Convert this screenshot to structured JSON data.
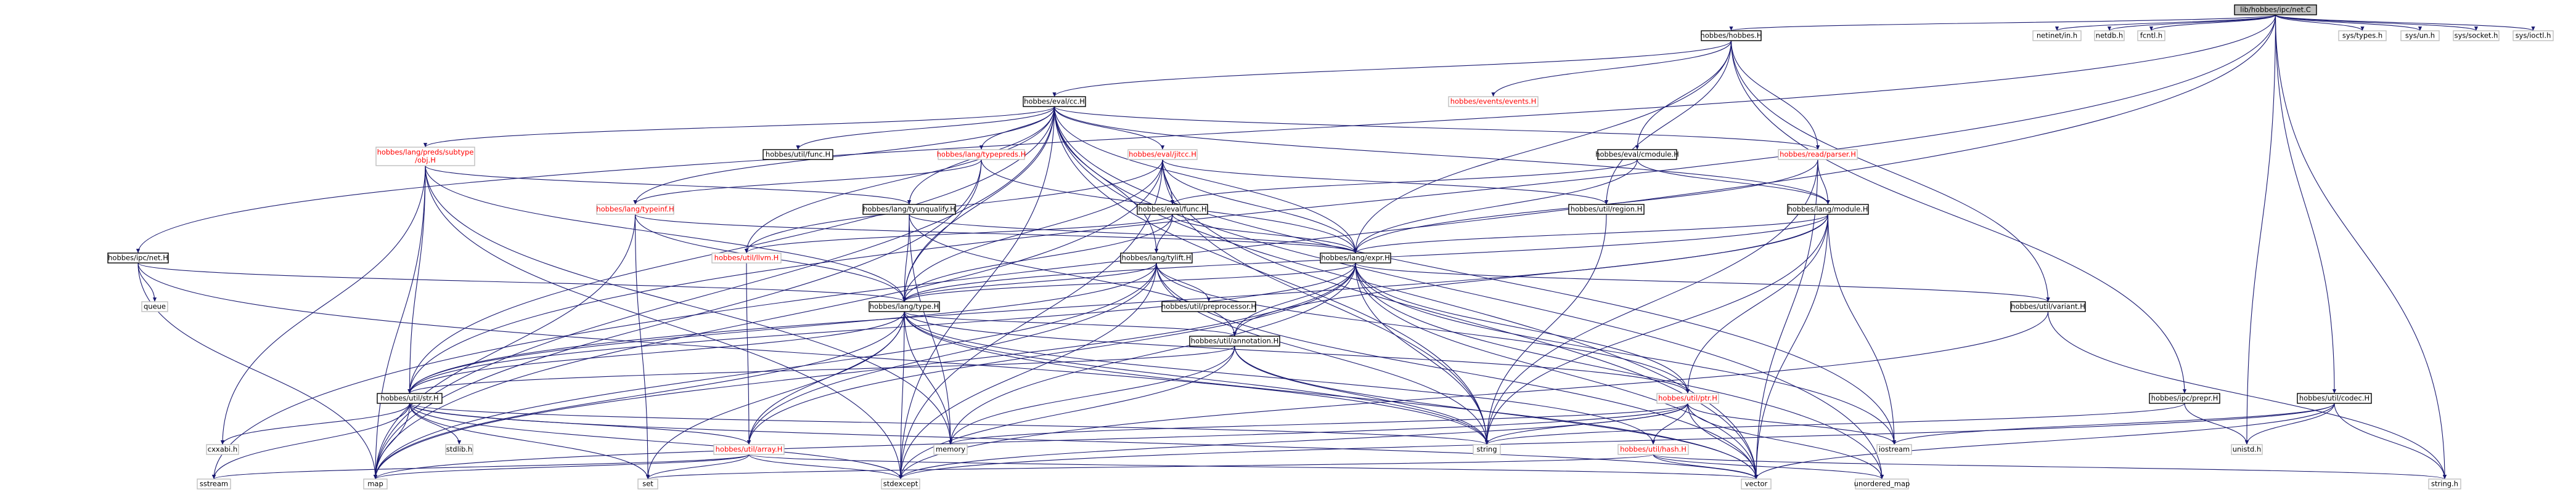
{
  "colors": {
    "root_fill": "#bfbfbf",
    "node_fill": "#ffffff",
    "node_stroke": "#000000",
    "missing_stroke": "#bfbfbf",
    "red_text": "#ff0000",
    "edge": "#191970",
    "text": "#000000"
  },
  "nodes": [
    {
      "id": "root",
      "label": "lib/hobbes/ipc/net.C",
      "style": "root"
    },
    {
      "id": "hobbes_H",
      "label": "hobbes/hobbes.H",
      "style": "normal"
    },
    {
      "id": "sys_types",
      "label": "sys/types.h",
      "style": "system"
    },
    {
      "id": "sys_un",
      "label": "sys/un.h",
      "style": "system"
    },
    {
      "id": "sys_socket",
      "label": "sys/socket.h",
      "style": "system"
    },
    {
      "id": "sys_ioctl",
      "label": "sys/ioctl.h",
      "style": "system"
    },
    {
      "id": "netinet_in",
      "label": "netinet/in.h",
      "style": "system"
    },
    {
      "id": "netdb",
      "label": "netdb.h",
      "style": "system"
    },
    {
      "id": "fcntl",
      "label": "fcntl.h",
      "style": "system"
    },
    {
      "id": "cc_H",
      "label": "hobbes/eval/cc.H",
      "style": "normal"
    },
    {
      "id": "events",
      "label": "hobbes/events/events.H",
      "style": "red"
    },
    {
      "id": "lang_preds_subtype",
      "label": "hobbes/lang/preds/subtype\n/obj.H",
      "style": "red"
    },
    {
      "id": "util_func",
      "label": "hobbes/util/func.H",
      "style": "normal"
    },
    {
      "id": "typepreds",
      "label": "hobbes/lang/typepreds.H",
      "style": "red"
    },
    {
      "id": "jitcc",
      "label": "hobbes/eval/jitcc.H",
      "style": "red"
    },
    {
      "id": "cmodule",
      "label": "hobbes/eval/cmodule.H",
      "style": "normal"
    },
    {
      "id": "read_parser",
      "label": "hobbes/read/parser.H",
      "style": "red"
    },
    {
      "id": "typeinf",
      "label": "hobbes/lang/typeinf.H",
      "style": "red"
    },
    {
      "id": "tyunqualify",
      "label": "hobbes/lang/tyunqualify.H",
      "style": "normal"
    },
    {
      "id": "eval_func",
      "label": "hobbes/eval/func.H",
      "style": "normal"
    },
    {
      "id": "util_region",
      "label": "hobbes/util/region.H",
      "style": "normal"
    },
    {
      "id": "lang_module",
      "label": "hobbes/lang/module.H",
      "style": "normal"
    },
    {
      "id": "ipc_net",
      "label": "hobbes/ipc/net.H",
      "style": "normal"
    },
    {
      "id": "util_llvm",
      "label": "hobbes/util/llvm.H",
      "style": "red"
    },
    {
      "id": "tylift",
      "label": "hobbes/lang/tylift.H",
      "style": "normal"
    },
    {
      "id": "lang_expr",
      "label": "hobbes/lang/expr.H",
      "style": "normal"
    },
    {
      "id": "queue",
      "label": "queue",
      "style": "system"
    },
    {
      "id": "lang_type",
      "label": "hobbes/lang/type.H",
      "style": "normal"
    },
    {
      "id": "preprocessor",
      "label": "hobbes/util/preprocessor.H",
      "style": "normal"
    },
    {
      "id": "util_variant",
      "label": "hobbes/util/variant.H",
      "style": "normal"
    },
    {
      "id": "util_annotation",
      "label": "hobbes/util/annotation.H",
      "style": "normal"
    },
    {
      "id": "util_str",
      "label": "hobbes/util/str.H",
      "style": "normal"
    },
    {
      "id": "util_ptr",
      "label": "hobbes/util/ptr.H",
      "style": "red"
    },
    {
      "id": "ipc_prepr",
      "label": "hobbes/ipc/prepr.H",
      "style": "normal"
    },
    {
      "id": "util_codec",
      "label": "hobbes/util/codec.H",
      "style": "normal"
    },
    {
      "id": "cxxabi",
      "label": "cxxabi.h",
      "style": "system"
    },
    {
      "id": "stdlib",
      "label": "stdlib.h",
      "style": "system"
    },
    {
      "id": "util_array",
      "label": "hobbes/util/array.H",
      "style": "red"
    },
    {
      "id": "memory",
      "label": "memory",
      "style": "system"
    },
    {
      "id": "string",
      "label": "string",
      "style": "system"
    },
    {
      "id": "util_hash",
      "label": "hobbes/util/hash.H",
      "style": "red"
    },
    {
      "id": "iostream",
      "label": "iostream",
      "style": "system"
    },
    {
      "id": "unistd",
      "label": "unistd.h",
      "style": "system"
    },
    {
      "id": "sstream",
      "label": "sstream",
      "style": "system"
    },
    {
      "id": "map",
      "label": "map",
      "style": "system"
    },
    {
      "id": "set",
      "label": "set",
      "style": "system"
    },
    {
      "id": "stdexcept",
      "label": "stdexcept",
      "style": "system"
    },
    {
      "id": "vector",
      "label": "vector",
      "style": "system"
    },
    {
      "id": "unordered_map",
      "label": "unordered_map",
      "style": "system"
    },
    {
      "id": "string_h",
      "label": "string.h",
      "style": "system"
    }
  ],
  "edges": [
    [
      "root",
      "hobbes_H"
    ],
    [
      "root",
      "sys_types"
    ],
    [
      "root",
      "sys_un"
    ],
    [
      "root",
      "sys_socket"
    ],
    [
      "root",
      "sys_ioctl"
    ],
    [
      "root",
      "netinet_in"
    ],
    [
      "root",
      "netdb"
    ],
    [
      "root",
      "fcntl"
    ],
    [
      "root",
      "ipc_net"
    ],
    [
      "root",
      "util_str"
    ],
    [
      "root",
      "util_codec"
    ],
    [
      "root",
      "sstream"
    ],
    [
      "root",
      "unistd"
    ],
    [
      "root",
      "string_h"
    ],
    [
      "hobbes_H",
      "cc_H"
    ],
    [
      "hobbes_H",
      "events"
    ],
    [
      "hobbes_H",
      "cmodule"
    ],
    [
      "hobbes_H",
      "read_parser"
    ],
    [
      "hobbes_H",
      "util_variant"
    ],
    [
      "hobbes_H",
      "ipc_prepr"
    ],
    [
      "hobbes_H",
      "lang_expr"
    ],
    [
      "hobbes_H",
      "util_region"
    ],
    [
      "cc_H",
      "lang_preds_subtype"
    ],
    [
      "cc_H",
      "util_func"
    ],
    [
      "cc_H",
      "typepreds"
    ],
    [
      "cc_H",
      "jitcc"
    ],
    [
      "cc_H",
      "read_parser"
    ],
    [
      "cc_H",
      "typeinf"
    ],
    [
      "cc_H",
      "tyunqualify"
    ],
    [
      "cc_H",
      "util_llvm"
    ],
    [
      "cc_H",
      "tylift"
    ],
    [
      "cc_H",
      "lang_expr"
    ],
    [
      "cc_H",
      "lang_type"
    ],
    [
      "cc_H",
      "util_str"
    ],
    [
      "cc_H",
      "string"
    ],
    [
      "cc_H",
      "map"
    ],
    [
      "cc_H",
      "stdexcept"
    ],
    [
      "cc_H",
      "vector"
    ],
    [
      "cc_H",
      "unordered_map"
    ],
    [
      "cc_H",
      "iostream"
    ],
    [
      "cc_H",
      "lang_module"
    ],
    [
      "lang_preds_subtype",
      "lang_type"
    ],
    [
      "lang_preds_subtype",
      "util_str"
    ],
    [
      "lang_preds_subtype",
      "tyunqualify"
    ],
    [
      "lang_preds_subtype",
      "cxxabi"
    ],
    [
      "lang_preds_subtype",
      "map"
    ],
    [
      "lang_preds_subtype",
      "memory"
    ],
    [
      "lang_preds_subtype",
      "stdexcept"
    ],
    [
      "typepreds",
      "typeinf"
    ],
    [
      "typepreds",
      "lang_type"
    ],
    [
      "typepreds",
      "lang_expr"
    ],
    [
      "typepreds",
      "map"
    ],
    [
      "jitcc",
      "eval_func"
    ],
    [
      "jitcc",
      "util_region"
    ],
    [
      "jitcc",
      "util_llvm"
    ],
    [
      "jitcc",
      "lang_type"
    ],
    [
      "jitcc",
      "lang_expr"
    ],
    [
      "jitcc",
      "string"
    ],
    [
      "jitcc",
      "vector"
    ],
    [
      "jitcc",
      "map"
    ],
    [
      "jitcc",
      "stdexcept"
    ],
    [
      "cmodule",
      "lang_module"
    ],
    [
      "cmodule",
      "eval_func"
    ],
    [
      "cmodule",
      "lang_expr"
    ],
    [
      "read_parser",
      "lang_module"
    ],
    [
      "read_parser",
      "lang_expr"
    ],
    [
      "read_parser",
      "string"
    ],
    [
      "read_parser",
      "vector"
    ],
    [
      "typeinf",
      "lang_type"
    ],
    [
      "typeinf",
      "lang_expr"
    ],
    [
      "typeinf",
      "set"
    ],
    [
      "typeinf",
      "map"
    ],
    [
      "tyunqualify",
      "lang_type"
    ],
    [
      "tyunqualify",
      "lang_expr"
    ],
    [
      "tyunqualify",
      "util_annotation"
    ],
    [
      "tyunqualify",
      "memory"
    ],
    [
      "eval_func",
      "lang_type"
    ],
    [
      "eval_func",
      "tylift"
    ],
    [
      "eval_func",
      "util_llvm"
    ],
    [
      "eval_func",
      "lang_expr"
    ],
    [
      "util_region",
      "string"
    ],
    [
      "lang_module",
      "lang_expr"
    ],
    [
      "lang_module",
      "lang_type"
    ],
    [
      "lang_module",
      "util_ptr"
    ],
    [
      "lang_module",
      "util_annotation"
    ],
    [
      "lang_module",
      "util_str"
    ],
    [
      "lang_module",
      "iostream"
    ],
    [
      "lang_module",
      "vector"
    ],
    [
      "lang_module",
      "string"
    ],
    [
      "ipc_net",
      "lang_type"
    ],
    [
      "ipc_net",
      "queue"
    ],
    [
      "ipc_net",
      "map"
    ],
    [
      "ipc_net",
      "string"
    ],
    [
      "util_llvm",
      "util_array"
    ],
    [
      "tylift",
      "lang_type"
    ],
    [
      "tylift",
      "preprocessor"
    ],
    [
      "tylift",
      "util_ptr"
    ],
    [
      "tylift",
      "util_array"
    ],
    [
      "tylift",
      "util_str"
    ],
    [
      "tylift",
      "string"
    ],
    [
      "tylift",
      "map"
    ],
    [
      "tylift",
      "vector"
    ],
    [
      "tylift",
      "stdexcept"
    ],
    [
      "lang_expr",
      "lang_type"
    ],
    [
      "lang_expr",
      "util_annotation"
    ],
    [
      "lang_expr",
      "util_variant"
    ],
    [
      "lang_expr",
      "util_array"
    ],
    [
      "lang_expr",
      "util_ptr"
    ],
    [
      "lang_expr",
      "util_str"
    ],
    [
      "lang_expr",
      "map"
    ],
    [
      "lang_expr",
      "string"
    ],
    [
      "lang_expr",
      "vector"
    ],
    [
      "lang_expr",
      "memory"
    ],
    [
      "lang_expr",
      "iostream"
    ],
    [
      "lang_expr",
      "unordered_map"
    ],
    [
      "lang_type",
      "util_annotation"
    ],
    [
      "lang_type",
      "util_str"
    ],
    [
      "lang_type",
      "util_ptr"
    ],
    [
      "lang_type",
      "util_array"
    ],
    [
      "lang_type",
      "util_hash"
    ],
    [
      "lang_type",
      "string"
    ],
    [
      "lang_type",
      "map"
    ],
    [
      "lang_type",
      "set"
    ],
    [
      "lang_type",
      "memory"
    ],
    [
      "lang_type",
      "vector"
    ],
    [
      "lang_type",
      "stdexcept"
    ],
    [
      "util_variant",
      "string_h"
    ],
    [
      "util_variant",
      "stdexcept"
    ],
    [
      "util_annotation",
      "util_str"
    ],
    [
      "util_annotation",
      "string"
    ],
    [
      "util_annotation",
      "memory"
    ],
    [
      "util_annotation",
      "stdexcept"
    ],
    [
      "util_annotation",
      "vector"
    ],
    [
      "util_str",
      "cxxabi"
    ],
    [
      "util_str",
      "stdlib"
    ],
    [
      "util_str",
      "util_array"
    ],
    [
      "util_str",
      "string"
    ],
    [
      "util_str",
      "map"
    ],
    [
      "util_str",
      "set"
    ],
    [
      "util_str",
      "sstream"
    ],
    [
      "util_str",
      "stdexcept"
    ],
    [
      "util_str",
      "vector"
    ],
    [
      "util_ptr",
      "util_hash"
    ],
    [
      "util_ptr",
      "memory"
    ],
    [
      "util_ptr",
      "string"
    ],
    [
      "util_ptr",
      "stdexcept"
    ],
    [
      "util_ptr",
      "iostream"
    ],
    [
      "util_ptr",
      "vector"
    ],
    [
      "util_ptr",
      "map"
    ],
    [
      "util_ptr",
      "unordered_map"
    ],
    [
      "ipc_prepr",
      "string"
    ],
    [
      "ipc_prepr",
      "unistd"
    ],
    [
      "util_codec",
      "unistd"
    ],
    [
      "util_codec",
      "string_h"
    ],
    [
      "util_codec",
      "vector"
    ],
    [
      "util_codec",
      "iostream"
    ],
    [
      "util_codec",
      "stdexcept"
    ],
    [
      "util_array",
      "stdexcept"
    ],
    [
      "util_array",
      "set"
    ],
    [
      "util_array",
      "map"
    ],
    [
      "util_array",
      "vector"
    ],
    [
      "util_array",
      "sstream"
    ],
    [
      "util_hash",
      "vector"
    ],
    [
      "util_hash",
      "unordered_map"
    ],
    [
      "util_hash",
      "string_h"
    ],
    [
      "util_hash",
      "set"
    ]
  ]
}
